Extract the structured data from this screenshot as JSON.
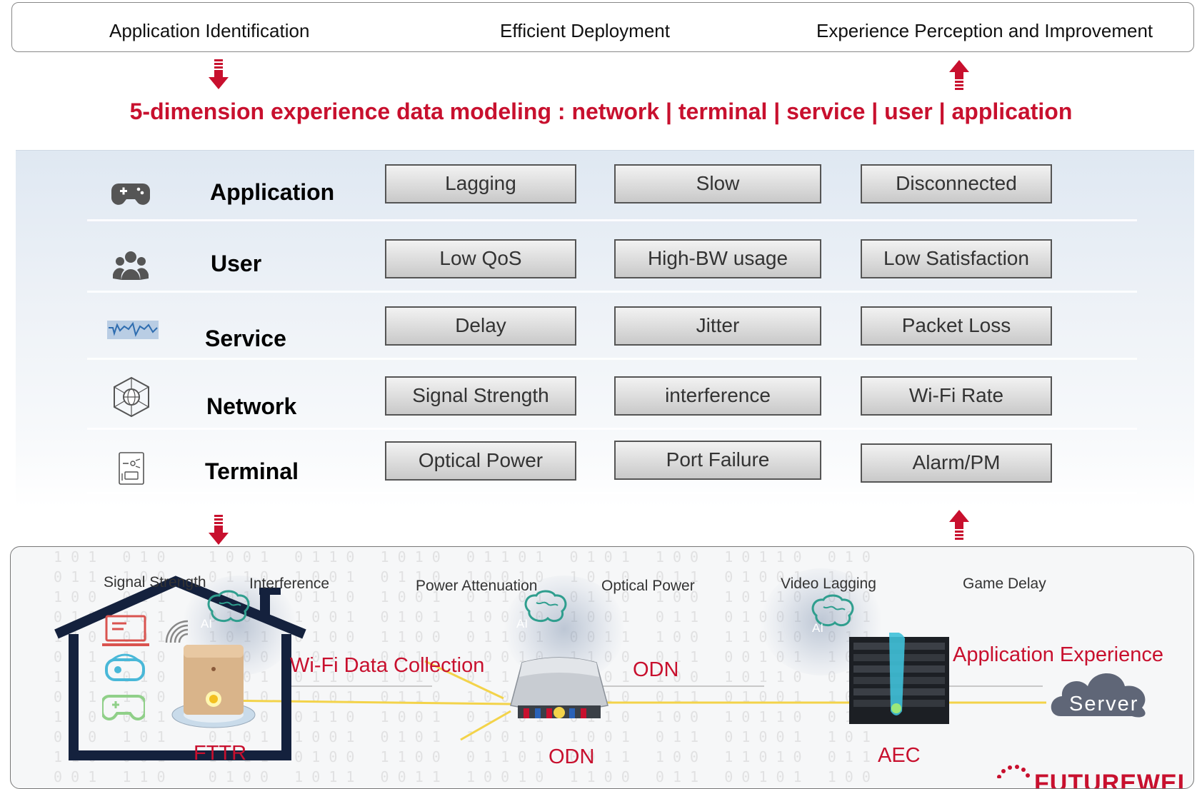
{
  "top_bar": {
    "items": [
      "Application Identification",
      "Efficient Deployment",
      "Experience Perception and Improvement"
    ]
  },
  "headline": "5-dimension experience data modeling : network | terminal | service | user | application",
  "dimensions": [
    {
      "label": "Application",
      "icon": "gamepad-icon",
      "metrics": [
        "Lagging",
        "Slow",
        "Disconnected"
      ]
    },
    {
      "label": "User",
      "icon": "users-icon",
      "metrics": [
        "Low QoS",
        "High-BW usage",
        "Low Satisfaction"
      ]
    },
    {
      "label": "Service",
      "icon": "waveform-icon",
      "metrics": [
        "Delay",
        "Jitter",
        "Packet Loss"
      ]
    },
    {
      "label": "Network",
      "icon": "network-globe-icon",
      "metrics": [
        "Signal Strength",
        "interference",
        "Wi-Fi Rate"
      ]
    },
    {
      "label": "Terminal",
      "icon": "terminal-device-icon",
      "metrics": [
        "Optical Power",
        "Port Failure",
        "Alarm/PM"
      ]
    }
  ],
  "scene": {
    "kpi_labels": [
      "Signal Strength",
      "Interference",
      "Power Attenuation",
      "Optical Power",
      "Video Lagging",
      "Game Delay"
    ],
    "ai_label": "AI",
    "wifi_collection": "Wi-Fi Data Collection",
    "odn_link": "ODN",
    "app_experience": "Application Experience",
    "server": "Server",
    "nodes": [
      "FTTR",
      "ODN",
      "AEC"
    ],
    "logo_text": "FUTUREWEI"
  },
  "colors": {
    "accent_red": "#c8102e",
    "house_navy": "#14213d",
    "fiber_yellow": "#f3d34a",
    "cloud_gray": "#5f6677"
  }
}
